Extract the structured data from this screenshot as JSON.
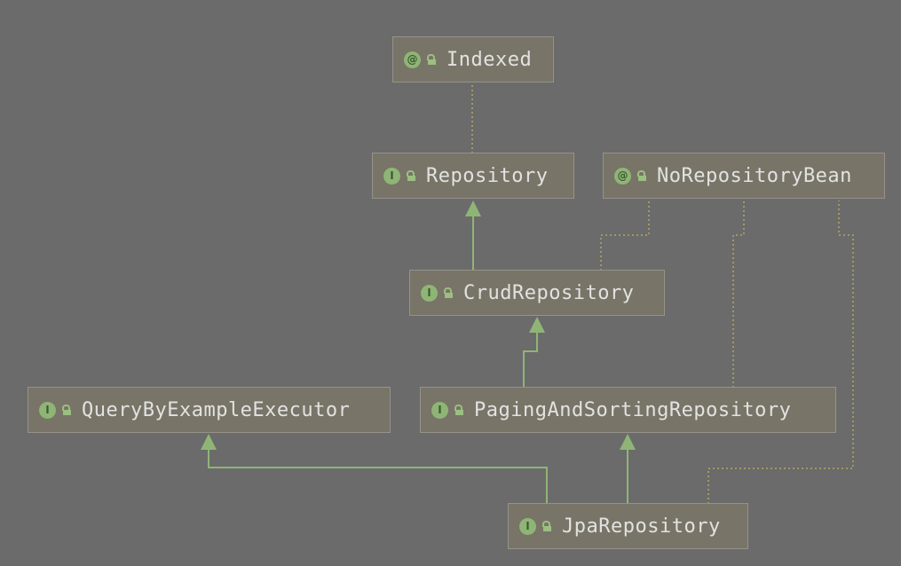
{
  "diagram": {
    "nodes": [
      {
        "id": "indexed",
        "kind": "@",
        "label": "Indexed"
      },
      {
        "id": "repository",
        "kind": "I",
        "label": "Repository"
      },
      {
        "id": "norepositorybean",
        "kind": "@",
        "label": "NoRepositoryBean"
      },
      {
        "id": "crudrepository",
        "kind": "I",
        "label": "CrudRepository"
      },
      {
        "id": "querybyexampleexecutor",
        "kind": "I",
        "label": "QueryByExampleExecutor"
      },
      {
        "id": "pagingandsortingrepository",
        "kind": "I",
        "label": "PagingAndSortingRepository"
      },
      {
        "id": "jparepository",
        "kind": "I",
        "label": "JpaRepository"
      }
    ],
    "colors": {
      "background": "#6b6b6b",
      "node_fill": "#787467",
      "extends_edge": "#8fb576",
      "annotation_edge": "#b3a862",
      "text": "#e2e2e2"
    }
  }
}
